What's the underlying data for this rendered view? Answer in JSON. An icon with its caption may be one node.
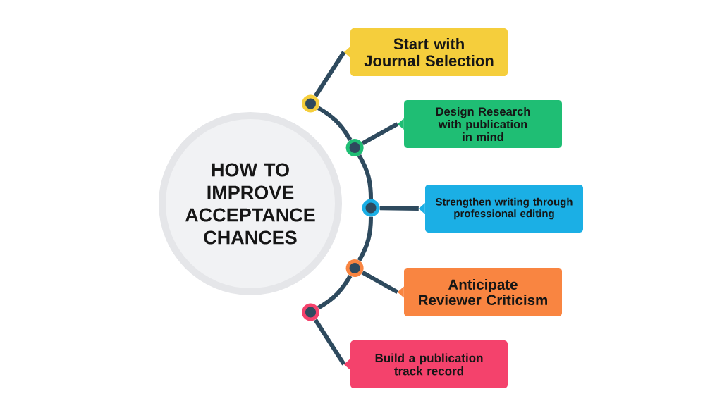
{
  "diagram": {
    "nodes": [
      {
        "text": [
          "HOW TO IMPROVE ACCEPTANCE CHANCES"
        ]
      },
      {
        "text": [],
        "shape": "circle"
      },
      {
        "text": [
          "Start with Journal Selection"
        ]
      },
      {
        "text": [],
        "shape": "circle"
      },
      {
        "text": [
          "Design Research with publication in mind"
        ]
      },
      {
        "text": [],
        "shape": "circle"
      },
      {
        "text": [
          "Strengthen writing through professional editing"
        ]
      },
      {
        "text": [],
        "shape": "circle"
      },
      {
        "text": [
          "Anticipate Reviewer Criticism"
        ]
      },
      {
        "text": [],
        "shape": "circle"
      },
      {
        "text": [
          "Build a publication track record"
        ]
      }
    ],
    "edges": [
      {
        "from": 1,
        "to": 2,
        "arrow": "none"
      },
      {
        "from": 1,
        "to": 3,
        "arrow": "none"
      },
      {
        "from": 3,
        "to": 4,
        "arrow": "none"
      },
      {
        "from": 3,
        "to": 5,
        "arrow": "none"
      },
      {
        "from": 5,
        "to": 6,
        "arrow": "none"
      },
      {
        "from": 5,
        "to": 7,
        "arrow": "none"
      },
      {
        "from": 7,
        "to": 8,
        "arrow": "none"
      },
      {
        "from": 7,
        "to": 9,
        "arrow": "none"
      },
      {
        "from": 9,
        "to": 10,
        "arrow": "none"
      }
    ]
  }
}
